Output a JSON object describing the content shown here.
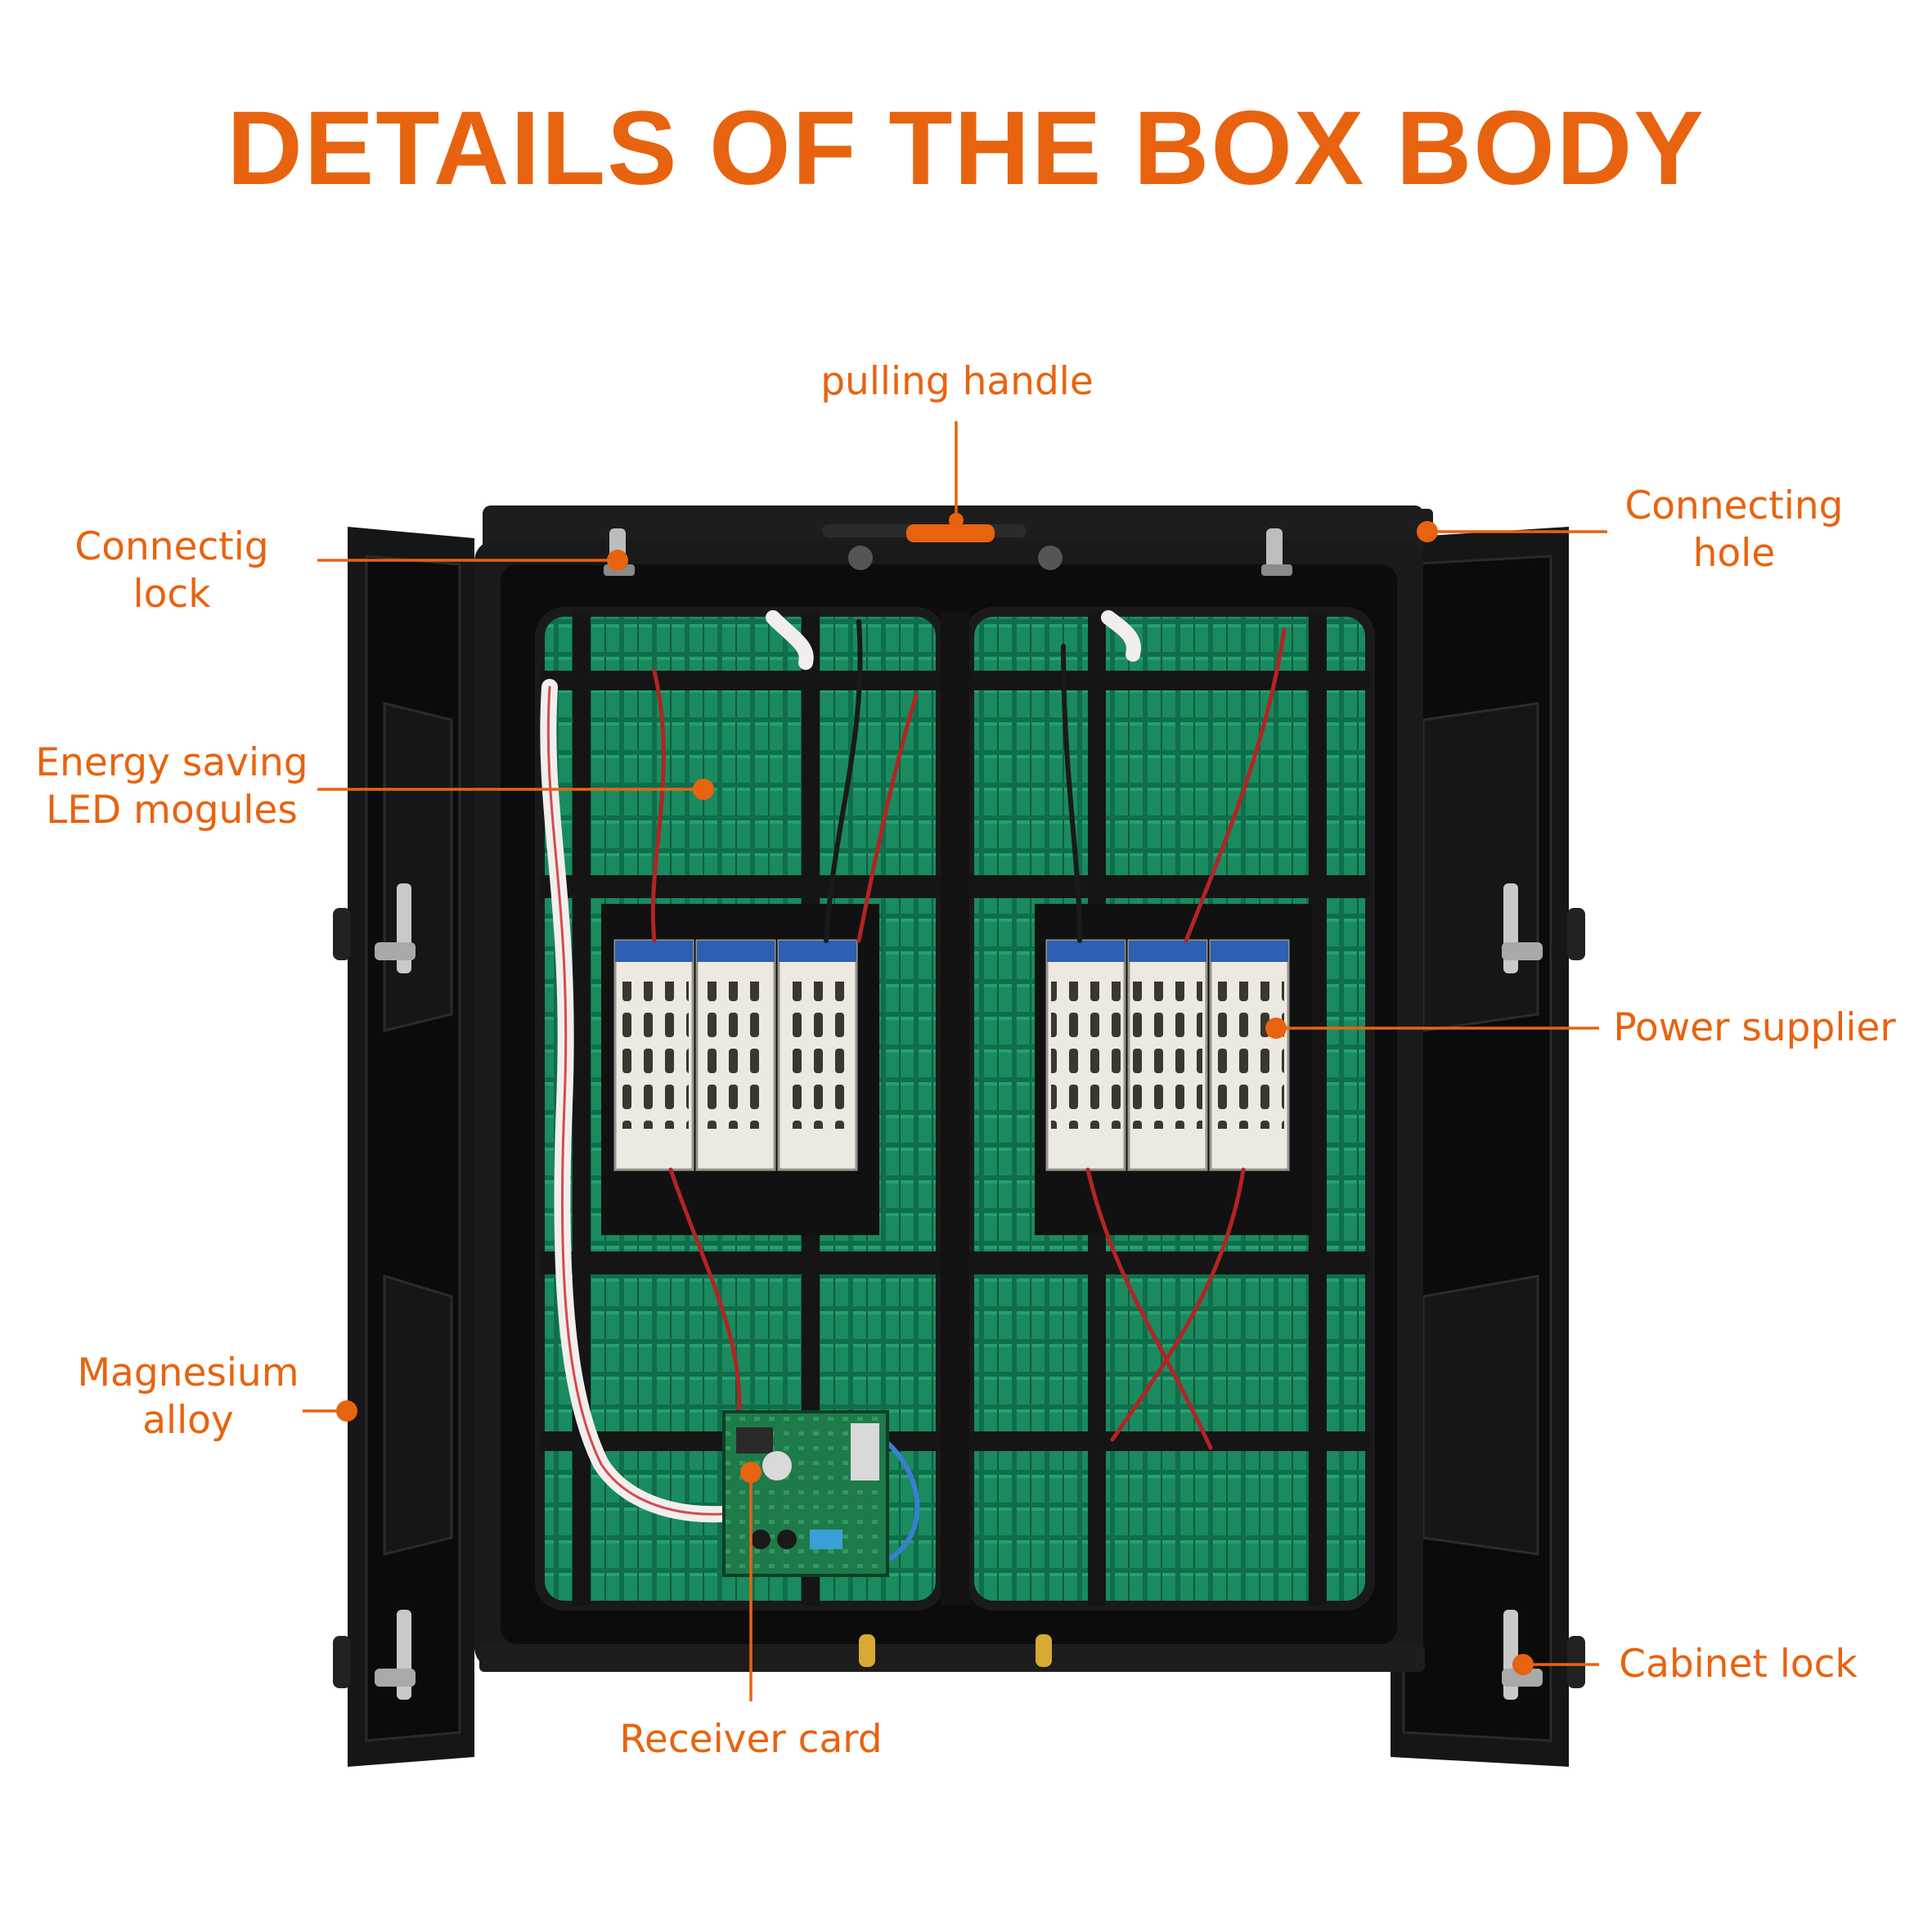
{
  "title": "DETAILS OF THE BOX BODY",
  "colors": {
    "accent": "#E8630F",
    "cabinet": "#141414",
    "led_module": "#137a55",
    "power_supply": "#e9e6df",
    "receiver_card": "#1f7a4a"
  },
  "callouts": {
    "pulling_handle": [
      "pulling handle"
    ],
    "connecting_lock": [
      "Connectig",
      "lock"
    ],
    "connecting_hole": [
      "Connecting",
      "hole"
    ],
    "led_modules": [
      "Energy saving",
      "LED mogules"
    ],
    "power_supplier": [
      "Power supplier"
    ],
    "magnesium_alloy": [
      "Magnesium",
      "alloy"
    ],
    "cabinet_lock": [
      "Cabinet lock"
    ],
    "receiver_card": [
      "Receiver card"
    ]
  }
}
